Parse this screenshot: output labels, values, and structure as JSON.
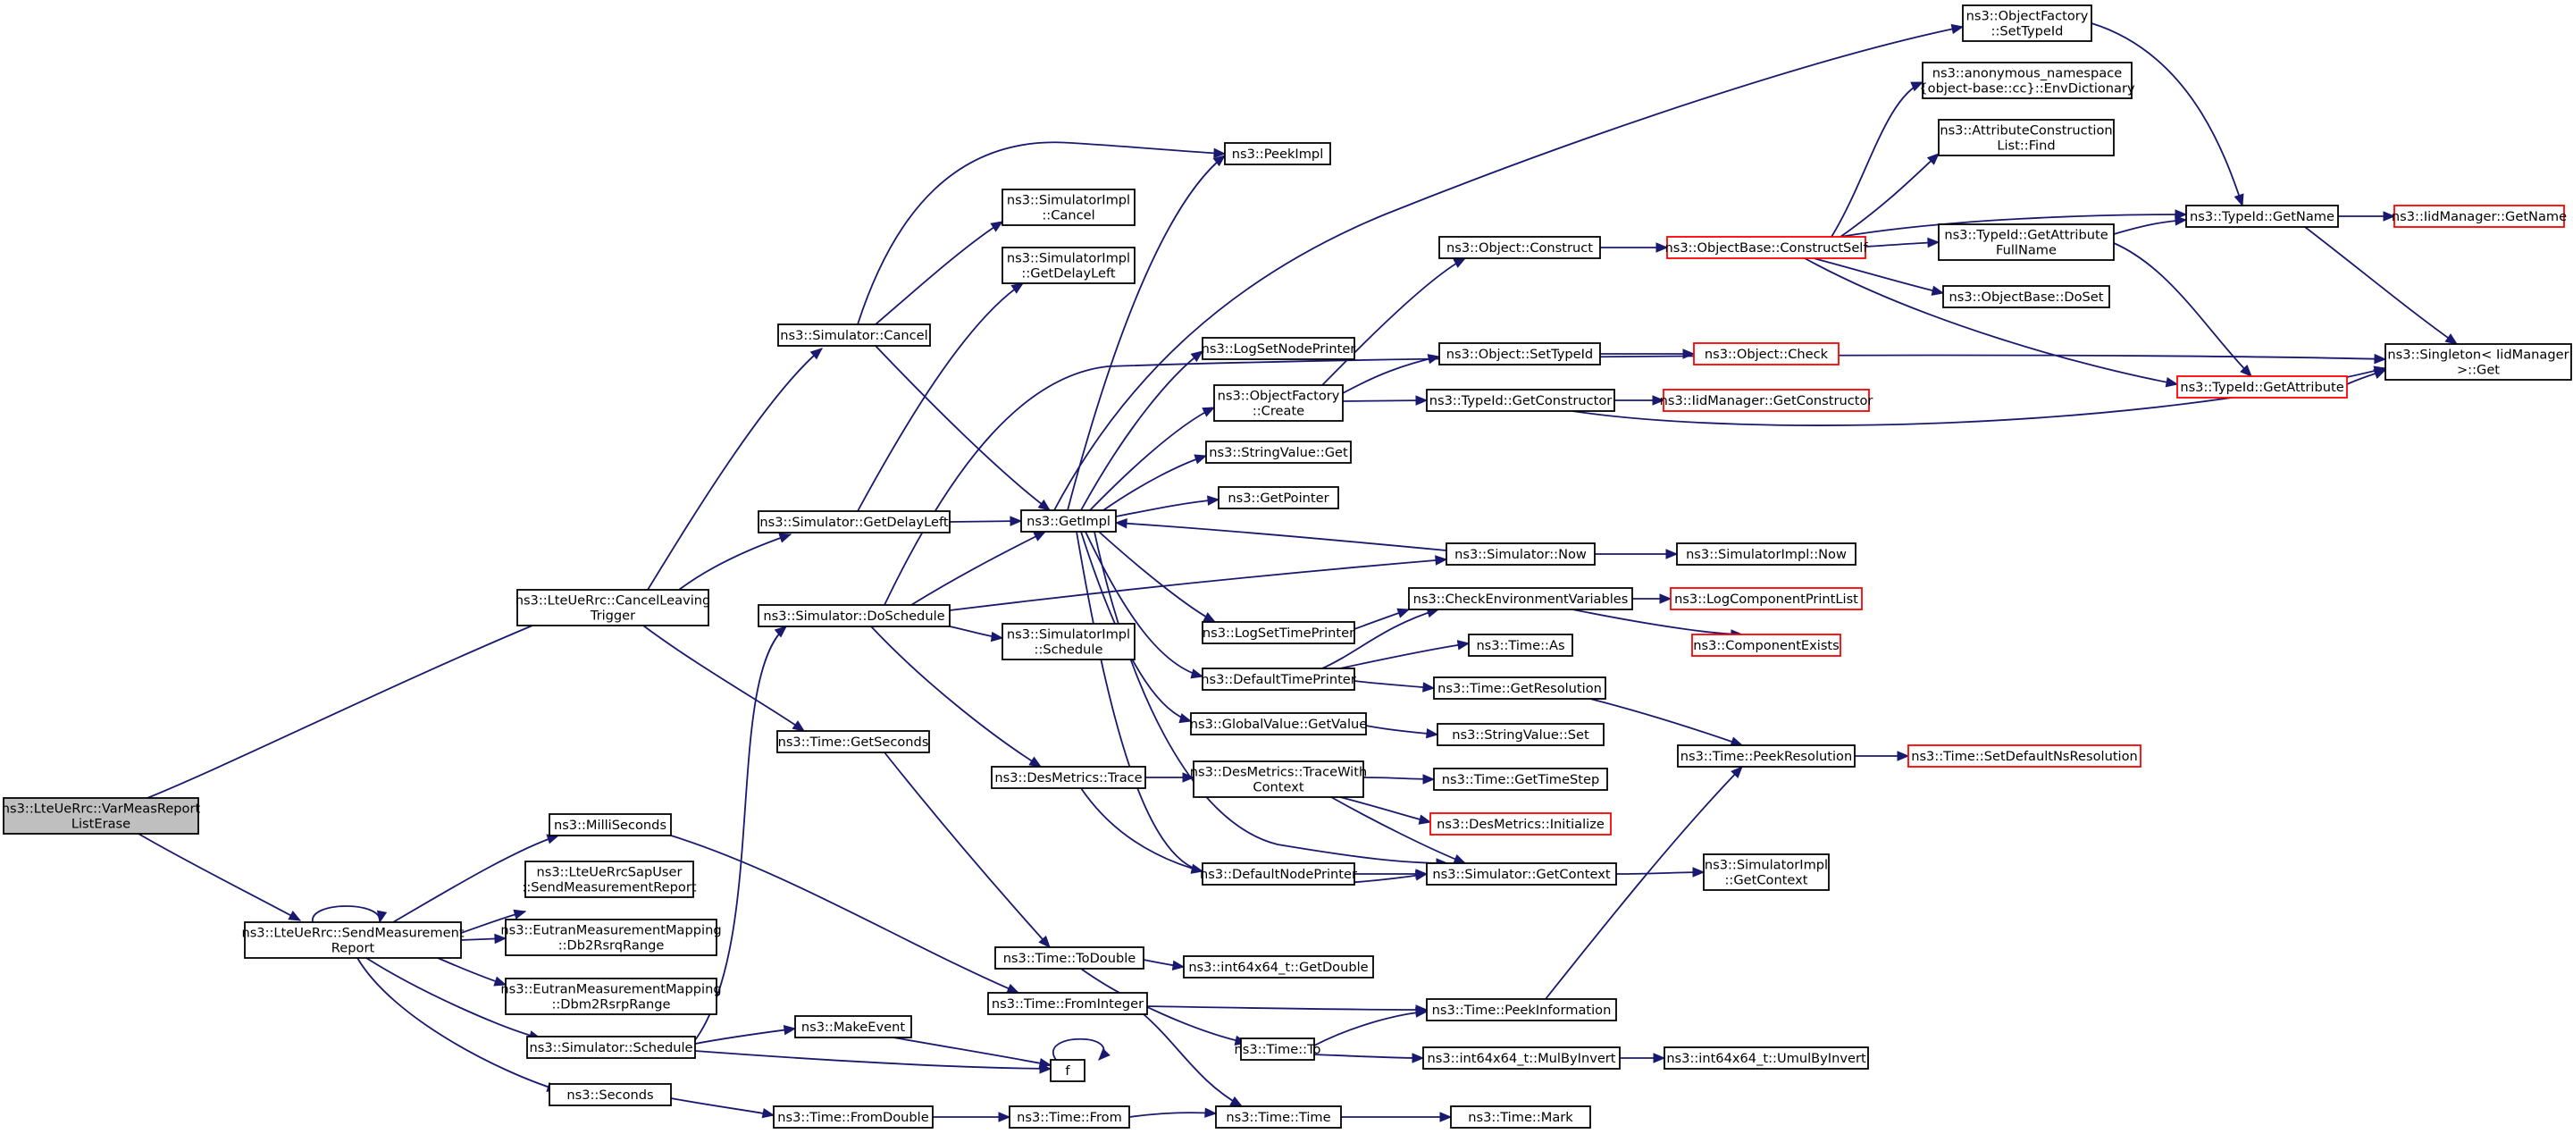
{
  "diagram": {
    "type": "call-graph",
    "colors": {
      "edge": "#191970",
      "truncated_border": "#ff0000",
      "root_fill": "#bfbfbf",
      "node_border": "#000000"
    },
    "nodes": [
      {
        "id": "root",
        "lines": [
          "ns3::LteUeRrc::VarMeasReport",
          "ListErase"
        ],
        "kind": "root"
      },
      {
        "id": "cancelLeaving",
        "lines": [
          "ns3::LteUeRrc::CancelLeaving",
          "Trigger"
        ]
      },
      {
        "id": "sendMeas",
        "lines": [
          "ns3::LteUeRrc::SendMeasurement",
          "Report"
        ]
      },
      {
        "id": "simCancel",
        "lines": [
          "ns3::Simulator::Cancel"
        ]
      },
      {
        "id": "simGetDelayLeft",
        "lines": [
          "ns3::Simulator::GetDelayLeft"
        ]
      },
      {
        "id": "timeGetSeconds",
        "lines": [
          "ns3::Time::GetSeconds"
        ]
      },
      {
        "id": "milliSeconds",
        "lines": [
          "ns3::MilliSeconds"
        ]
      },
      {
        "id": "sapUser",
        "lines": [
          "ns3::LteUeRrcSapUser",
          "::SendMeasurementReport"
        ]
      },
      {
        "id": "db2Rsrq",
        "lines": [
          "ns3::EutranMeasurementMapping",
          "::Db2RsrqRange"
        ]
      },
      {
        "id": "dbm2Rsrp",
        "lines": [
          "ns3::EutranMeasurementMapping",
          "::Dbm2RsrpRange"
        ]
      },
      {
        "id": "simSchedule",
        "lines": [
          "ns3::Simulator::Schedule"
        ]
      },
      {
        "id": "seconds",
        "lines": [
          "ns3::Seconds"
        ]
      },
      {
        "id": "simImplCancel",
        "lines": [
          "ns3::SimulatorImpl",
          "::Cancel"
        ]
      },
      {
        "id": "simImplGetDelayLeft",
        "lines": [
          "ns3::SimulatorImpl",
          "::GetDelayLeft"
        ]
      },
      {
        "id": "simDoSchedule",
        "lines": [
          "ns3::Simulator::DoSchedule"
        ]
      },
      {
        "id": "makeEvent",
        "lines": [
          "ns3::MakeEvent"
        ]
      },
      {
        "id": "f",
        "lines": [
          "f"
        ]
      },
      {
        "id": "timeFromDouble",
        "lines": [
          "ns3::Time::FromDouble"
        ]
      },
      {
        "id": "peekImpl",
        "lines": [
          "ns3::PeekImpl"
        ]
      },
      {
        "id": "getImpl",
        "lines": [
          "ns3::GetImpl"
        ]
      },
      {
        "id": "simImplSchedule",
        "lines": [
          "ns3::SimulatorImpl",
          "::Schedule"
        ]
      },
      {
        "id": "desTrace",
        "lines": [
          "ns3::DesMetrics::Trace"
        ]
      },
      {
        "id": "timeToDouble",
        "lines": [
          "ns3::Time::ToDouble"
        ]
      },
      {
        "id": "timeFromInteger",
        "lines": [
          "ns3::Time::FromInteger"
        ]
      },
      {
        "id": "timeFrom",
        "lines": [
          "ns3::Time::From"
        ]
      },
      {
        "id": "logSetNodePrinter",
        "lines": [
          "ns3::LogSetNodePrinter"
        ]
      },
      {
        "id": "objFactoryCreate",
        "lines": [
          "ns3::ObjectFactory",
          "::Create"
        ]
      },
      {
        "id": "stringValueGet",
        "lines": [
          "ns3::StringValue::Get"
        ]
      },
      {
        "id": "getPointer",
        "lines": [
          "ns3::GetPointer"
        ]
      },
      {
        "id": "logSetTimePrinter",
        "lines": [
          "ns3::LogSetTimePrinter"
        ]
      },
      {
        "id": "defaultTimePrinter",
        "lines": [
          "ns3::DefaultTimePrinter"
        ]
      },
      {
        "id": "globalValueGetValue",
        "lines": [
          "ns3::GlobalValue::GetValue"
        ]
      },
      {
        "id": "desTraceWithContext",
        "lines": [
          "ns3::DesMetrics::TraceWith",
          "Context"
        ]
      },
      {
        "id": "defaultNodePrinter",
        "lines": [
          "ns3::DefaultNodePrinter"
        ]
      },
      {
        "id": "int64GetDouble",
        "lines": [
          "ns3::int64x64_t::GetDouble"
        ]
      },
      {
        "id": "timeTo",
        "lines": [
          "ns3::Time::To"
        ]
      },
      {
        "id": "timeTime",
        "lines": [
          "ns3::Time::Time"
        ]
      },
      {
        "id": "objConstruct",
        "lines": [
          "ns3::Object::Construct"
        ]
      },
      {
        "id": "objSetTypeId",
        "lines": [
          "ns3::Object::SetTypeId"
        ]
      },
      {
        "id": "typeIdGetConstructor",
        "lines": [
          "ns3::TypeId::GetConstructor"
        ]
      },
      {
        "id": "simNow",
        "lines": [
          "ns3::Simulator::Now"
        ]
      },
      {
        "id": "checkEnvVars",
        "lines": [
          "ns3::CheckEnvironmentVariables"
        ]
      },
      {
        "id": "timeAs",
        "lines": [
          "ns3::Time::As"
        ]
      },
      {
        "id": "timeGetResolution",
        "lines": [
          "ns3::Time::GetResolution"
        ]
      },
      {
        "id": "stringValueSet",
        "lines": [
          "ns3::StringValue::Set"
        ]
      },
      {
        "id": "timeGetTimeStep",
        "lines": [
          "ns3::Time::GetTimeStep"
        ]
      },
      {
        "id": "desInitialize",
        "lines": [
          "ns3::DesMetrics::Initialize"
        ],
        "kind": "truncated"
      },
      {
        "id": "simGetContext",
        "lines": [
          "ns3::Simulator::GetContext"
        ]
      },
      {
        "id": "timePeekInformation",
        "lines": [
          "ns3::Time::PeekInformation"
        ]
      },
      {
        "id": "int64MulByInvert",
        "lines": [
          "ns3::int64x64_t::MulByInvert"
        ]
      },
      {
        "id": "timeMark",
        "lines": [
          "ns3::Time::Mark"
        ]
      },
      {
        "id": "objFactorySetTypeId",
        "lines": [
          "ns3::ObjectFactory",
          "::SetTypeId"
        ]
      },
      {
        "id": "envDictionary",
        "lines": [
          "ns3::anonymous_namespace",
          "{object-base::cc}::EnvDictionary"
        ]
      },
      {
        "id": "attrConstructionFind",
        "lines": [
          "ns3::AttributeConstruction",
          "List::Find"
        ]
      },
      {
        "id": "objBaseConstructSelf",
        "lines": [
          "ns3::ObjectBase::ConstructSelf"
        ],
        "kind": "truncated"
      },
      {
        "id": "typeIdGetAttrFullName",
        "lines": [
          "ns3::TypeId::GetAttribute",
          "FullName"
        ]
      },
      {
        "id": "objBaseDoSet",
        "lines": [
          "ns3::ObjectBase::DoSet"
        ]
      },
      {
        "id": "objCheck",
        "lines": [
          "ns3::Object::Check"
        ],
        "kind": "truncated"
      },
      {
        "id": "iidGetConstructor",
        "lines": [
          "ns3::IidManager::GetConstructor"
        ],
        "kind": "truncated"
      },
      {
        "id": "simImplNow",
        "lines": [
          "ns3::SimulatorImpl::Now"
        ]
      },
      {
        "id": "logComponentPrintList",
        "lines": [
          "ns3::LogComponentPrintList"
        ],
        "kind": "truncated"
      },
      {
        "id": "componentExists",
        "lines": [
          "ns3::ComponentExists"
        ],
        "kind": "truncated"
      },
      {
        "id": "timePeekResolution",
        "lines": [
          "ns3::Time::PeekResolution"
        ]
      },
      {
        "id": "simImplGetContext",
        "lines": [
          "ns3::SimulatorImpl",
          "::GetContext"
        ]
      },
      {
        "id": "int64UmulByInvert",
        "lines": [
          "ns3::int64x64_t::UmulByInvert"
        ]
      },
      {
        "id": "typeIdGetName",
        "lines": [
          "ns3::TypeId::GetName"
        ]
      },
      {
        "id": "typeIdGetAttribute",
        "lines": [
          "ns3::TypeId::GetAttribute"
        ],
        "kind": "truncated"
      },
      {
        "id": "iidGetName",
        "lines": [
          "ns3::IidManager::GetName"
        ],
        "kind": "truncated"
      },
      {
        "id": "singletonGet",
        "lines": [
          "ns3::Singleton< IidManager",
          ">::Get"
        ]
      },
      {
        "id": "timeSetDefaultNsRes",
        "lines": [
          "ns3::Time::SetDefaultNsResolution"
        ],
        "kind": "truncated"
      }
    ]
  }
}
